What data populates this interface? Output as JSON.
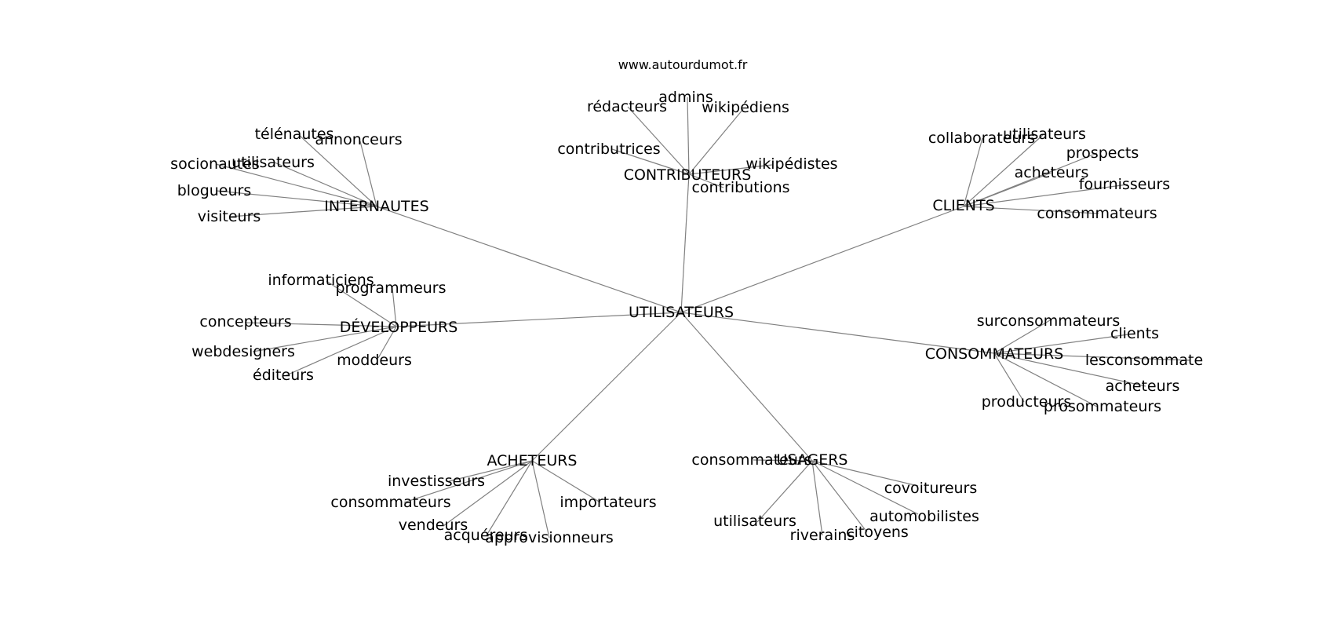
{
  "header": {
    "site": "www.autourdumot.fr"
  },
  "style": {
    "edge_color": "#808080",
    "text_color": "#000000",
    "background": "#ffffff"
  },
  "graph": {
    "center": "UTILISATEURS",
    "hubs": [
      {
        "label": "INTERNAUTES",
        "leaves": [
          "télénautes",
          "annonceurs",
          "socionautes",
          "utilisateurs",
          "blogueurs",
          "visiteurs"
        ]
      },
      {
        "label": "CONTRIBUTEURS",
        "leaves": [
          "admins",
          "rédacteurs",
          "wikipédiens",
          "contributrices",
          "wikipédistes",
          "contributions"
        ]
      },
      {
        "label": "CLIENTS",
        "leaves": [
          "utilisateurs",
          "collaborateurs",
          "prospects",
          "acheteurs",
          "fournisseurs",
          "consommateurs"
        ]
      },
      {
        "label": "DÉVELOPPEURS",
        "leaves": [
          "informaticiens",
          "programmeurs",
          "concepteurs",
          "webdesigners",
          "éditeurs",
          "moddeurs"
        ]
      },
      {
        "label": "CONSOMMATEURS",
        "leaves": [
          "surconsommateurs",
          "clients",
          "lesconsommate",
          "acheteurs",
          "producteurs",
          "prosommateurs"
        ]
      },
      {
        "label": "ACHETEURS",
        "leaves": [
          "investisseurs",
          "consommateurs",
          "vendeurs",
          "acquéreurs",
          "approvisionneurs",
          "importateurs"
        ]
      },
      {
        "label": "USAGERS",
        "leaves": [
          "consommateurs",
          "covoitureurs",
          "utilisateurs",
          "automobilistes",
          "riverains",
          "citoyens"
        ]
      }
    ]
  }
}
